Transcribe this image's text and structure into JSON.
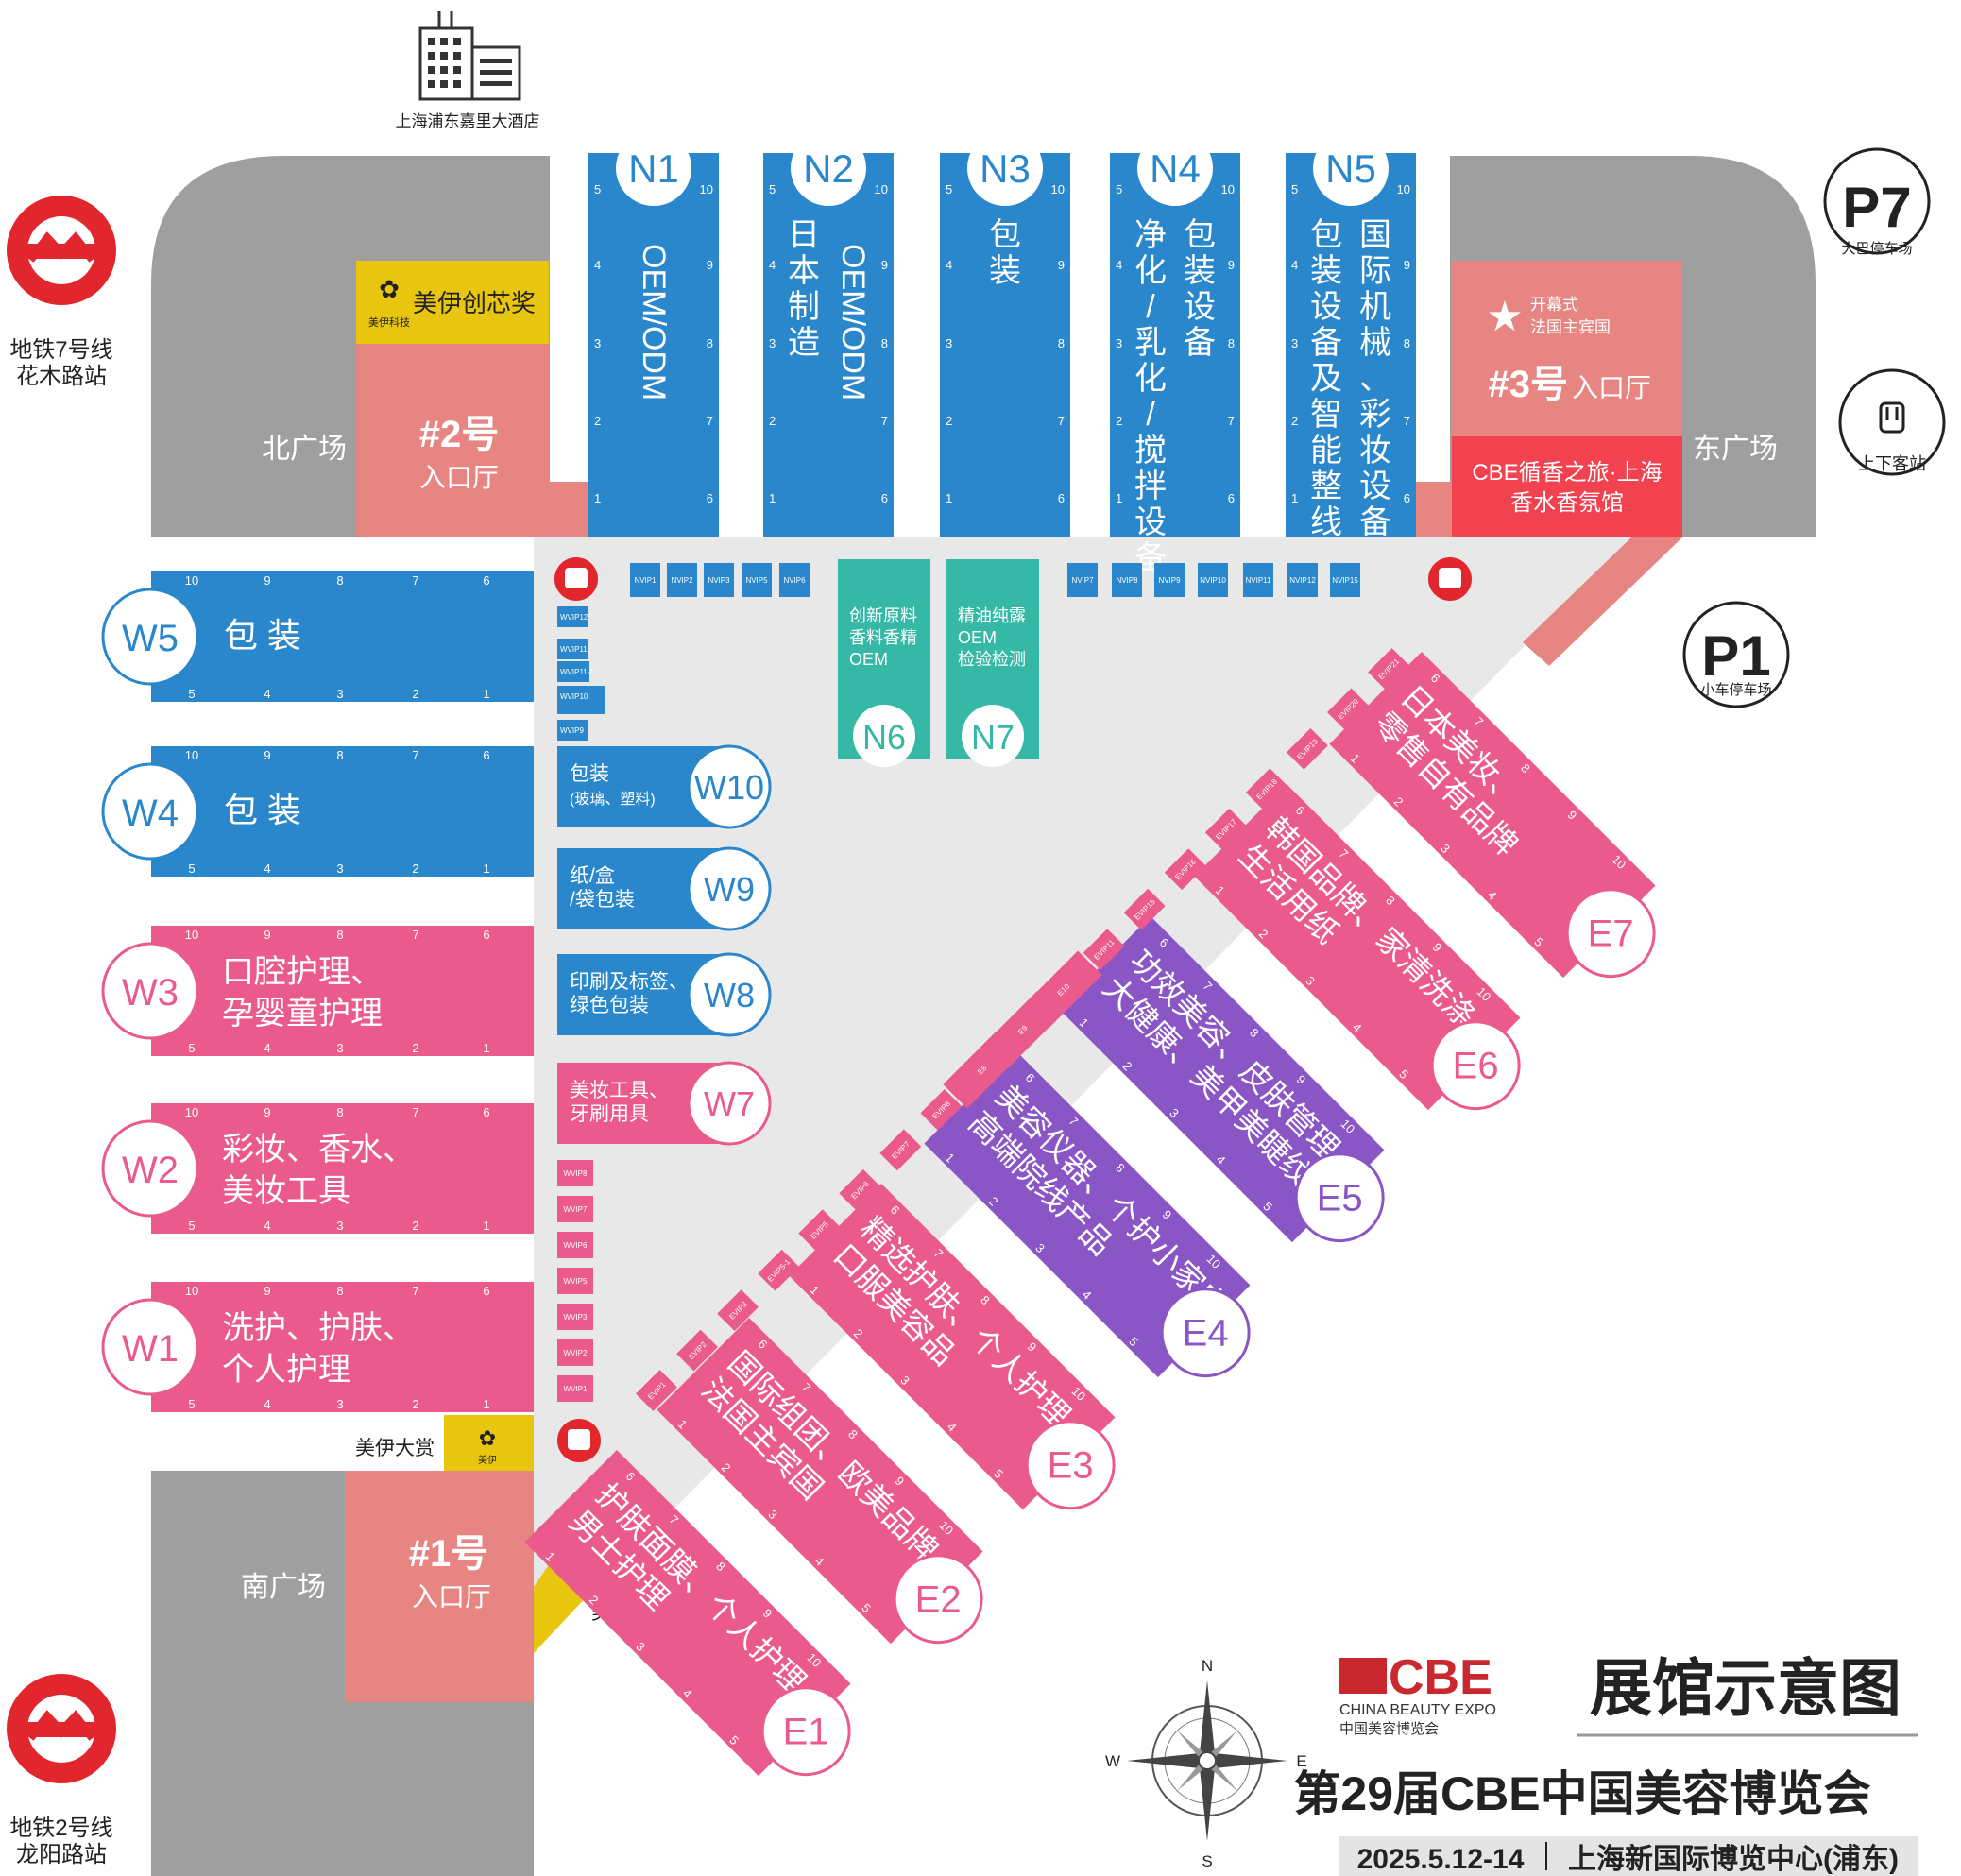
{
  "title": "展馆示意图",
  "subtitle": "第29届CBE中国美容博览会",
  "date": "2025.5.12-14",
  "venue": "上海新国际博览中心(浦东)",
  "logo": {
    "main": "CBE",
    "en": "CHINA BEAUTY EXPO",
    "cn": "中国美容博览会"
  },
  "colors": {
    "blue": "#2a87cc",
    "pink": "#ea5a8c",
    "purple": "#8a55c4",
    "teal": "#35b8a6",
    "gray": "#9f9f9f",
    "plaza": "#e8e8e8",
    "salmon": "#e68582",
    "red": "#f2414f",
    "yellow": "#e8c50f",
    "metro": "#e1262d"
  },
  "hotel": "上海浦东嘉里大酒店",
  "metro7": {
    "line": "地铁7号线",
    "station": "花木路站"
  },
  "metro2": {
    "line": "地铁2号线",
    "station": "龙阳路站"
  },
  "plazas": {
    "north": "北广场",
    "east": "东广场",
    "south": "南广场"
  },
  "entrances": {
    "e2": {
      "num": "#2号",
      "label": "入口厅"
    },
    "e3": {
      "num": "#3号",
      "label": "入口厅",
      "note1": "开幕式",
      "note2": "法国主宾国"
    },
    "e1": {
      "num": "#1号",
      "label": "入口厅"
    }
  },
  "award": "美伊创芯奖",
  "award_logo_text": "美伊科技",
  "award2": "美伊大赏",
  "award2_logo_text": "美伊",
  "cbe_hall": {
    "line1": "CBE循香之旅·上海",
    "line2": "香水香氛馆"
  },
  "parking": {
    "p7": {
      "id": "P7",
      "label": "大巴停车场"
    },
    "p1": {
      "id": "P1",
      "label": "小车停车场"
    },
    "bus": {
      "label": "上下客站"
    }
  },
  "halls_north": [
    {
      "id": "N1",
      "lines": [
        "OEM/ODM"
      ]
    },
    {
      "id": "N2",
      "lines": [
        "OEM/ODM",
        "日本制造"
      ]
    },
    {
      "id": "N3",
      "lines": [
        "包装"
      ]
    },
    {
      "id": "N4",
      "lines": [
        "包装设备",
        "净化/乳化/搅拌设备"
      ]
    },
    {
      "id": "N5",
      "lines": [
        "国际机械、彩妆设备",
        "包装设备及智能整线"
      ]
    }
  ],
  "halls_north_nums": {
    "left": [
      "5",
      "4",
      "3",
      "2",
      "1"
    ],
    "right": [
      "10",
      "9",
      "8",
      "7",
      "6"
    ]
  },
  "halls_north_small": [
    {
      "id": "N6",
      "lines": [
        "创新原料",
        "香料香精",
        "OEM"
      ]
    },
    {
      "id": "N7",
      "lines": [
        "精油纯露",
        "OEM",
        "检验检测"
      ]
    }
  ],
  "halls_west": [
    {
      "id": "W5",
      "lines": [
        "包 装"
      ],
      "color": "blue"
    },
    {
      "id": "W4",
      "lines": [
        "包 装"
      ],
      "color": "blue"
    },
    {
      "id": "W3",
      "lines": [
        "口腔护理、",
        "孕婴童护理"
      ],
      "color": "pink"
    },
    {
      "id": "W2",
      "lines": [
        "彩妆、香水、",
        "美妆工具"
      ],
      "color": "pink"
    },
    {
      "id": "W1",
      "lines": [
        "洗护、护肤、",
        "个人护理"
      ],
      "color": "pink"
    }
  ],
  "halls_west_nums": {
    "top": [
      "10",
      "9",
      "8",
      "7",
      "6"
    ],
    "bottom": [
      "5",
      "4",
      "3",
      "2",
      "1"
    ]
  },
  "halls_west_small": [
    {
      "id": "W10",
      "lines": [
        "包装",
        "(玻璃、塑料)"
      ],
      "color": "blue"
    },
    {
      "id": "W9",
      "lines": [
        "纸/盒",
        "/袋包装"
      ],
      "color": "blue"
    },
    {
      "id": "W8",
      "lines": [
        "印刷及标签、",
        "绿色包装"
      ],
      "color": "blue"
    },
    {
      "id": "W7",
      "lines": [
        "美妆工具、",
        "牙刷用具"
      ],
      "color": "pink"
    }
  ],
  "halls_east": [
    {
      "id": "E1",
      "lines": [
        "护肤面膜、个人护理",
        "男士护理"
      ],
      "color": "pink"
    },
    {
      "id": "E2",
      "lines": [
        "国际组团、欧美品牌、",
        "法国主宾国"
      ],
      "color": "pink"
    },
    {
      "id": "E3",
      "lines": [
        "精选护肤、个人护理、",
        "口服美容品"
      ],
      "color": "pink"
    },
    {
      "id": "E4",
      "lines": [
        "美容仪器、个护小家电、",
        "高端院线产品"
      ],
      "color": "purple"
    },
    {
      "id": "E5",
      "lines": [
        "功效美容、皮肤管理、",
        "大健康、美甲美睫纹绣"
      ],
      "color": "purple"
    },
    {
      "id": "E6",
      "lines": [
        "韩国品牌、家清洗涤、",
        "生活用纸"
      ],
      "color": "pink"
    },
    {
      "id": "E7",
      "lines": [
        "日本美妆、",
        "零售自有品牌"
      ],
      "color": "pink"
    }
  ],
  "halls_east_nums": {
    "top": [
      "6",
      "7",
      "8",
      "9",
      "10"
    ],
    "bottom": [
      "1",
      "2",
      "3",
      "4",
      "5"
    ]
  },
  "nvip": [
    "NVIP1",
    "NVIP2",
    "NVIP3",
    "NVIP5",
    "NVIP6",
    "NVIP7",
    "NVIP8",
    "NVIP9",
    "NVIP10",
    "NVIP11",
    "NVIP12",
    "NVIP15"
  ],
  "wvip_top": [
    "WVIP12",
    "WVIP11",
    "WVIP11-1",
    "WVIP10",
    "WVIP9"
  ],
  "wvip_bottom": [
    "WVIP8",
    "WVIP7",
    "WVIP6",
    "WVIP5",
    "WVIP3",
    "WVIP2",
    "WVIP1"
  ],
  "evip": [
    "EVIP1",
    "EVIP2",
    "EVIP3",
    "EVIP5-1",
    "EVIP5",
    "EVIP6",
    "EVIP7",
    "EVIP8",
    "E8",
    "E9",
    "E10",
    "EVIP11",
    "EVIP15",
    "EVIP16",
    "EVIP17",
    "EVIP18",
    "EVIP19",
    "EVIP20",
    "EVIP21"
  ],
  "compass": {
    "n": "N",
    "s": "S",
    "e": "E",
    "w": "W"
  }
}
